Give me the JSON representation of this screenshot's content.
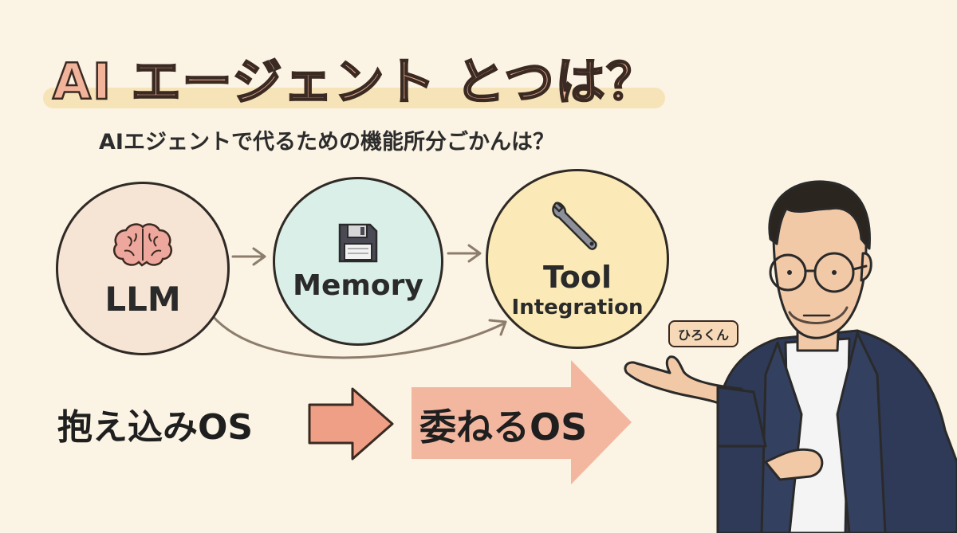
{
  "title": "AI エージェント とつは？",
  "subtitle": "AIエジェントで代るための機能所分ごかんは？",
  "nodes": {
    "llm": {
      "label": "LLM",
      "icon": "brain-icon"
    },
    "memory": {
      "label": "Memory",
      "icon": "floppy-disk-icon"
    },
    "tool": {
      "label_line1": "Tool",
      "label_line2": "Integration",
      "icon": "wrench-icon"
    }
  },
  "os_transition": {
    "from": "抱え込みOS",
    "to": "委ねるOS"
  },
  "presenter": {
    "name_tag": "ひろくん"
  },
  "colors": {
    "background": "#fbf3e3",
    "title_fill": "#f1b39a",
    "llm_circle": "#f6e4d4",
    "memory_circle": "#d9efe8",
    "tool_circle": "#fbeab7",
    "arrow": "#ef9f85"
  }
}
